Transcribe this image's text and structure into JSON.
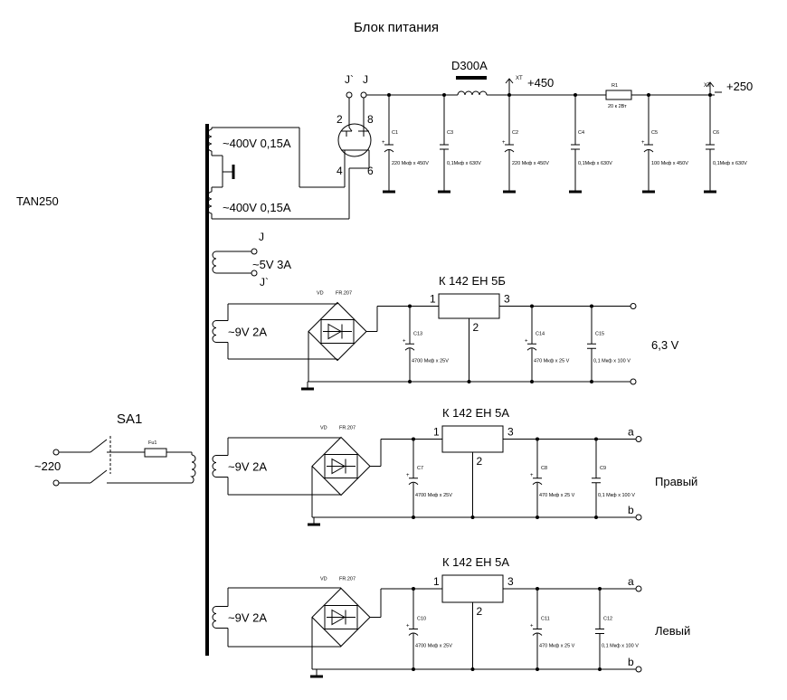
{
  "title": "Блок питания",
  "transformer": {
    "name": "TAN250",
    "windings": [
      "~400V 0,15A",
      "~400V 0,15A",
      "~5V 3A",
      "~9V 2A",
      "~9V 2A",
      "~9V 2A"
    ]
  },
  "input": {
    "switch": "SA1",
    "voltage": "~220",
    "fuse": "Fu1"
  },
  "tube": {
    "pins": [
      "2",
      "8",
      "4",
      "6"
    ],
    "J": "J",
    "J_prime": "J`"
  },
  "heater_terminals": {
    "J": "J",
    "J_prime": "J`"
  },
  "hv": {
    "choke": "D300A",
    "out1": "+450",
    "out2": "+250",
    "xt": "XT",
    "r1": "R1",
    "r1_value": "20 к 2Вт",
    "caps": [
      {
        "name": "C1",
        "value": "220 Мкф х 450V"
      },
      {
        "name": "C3",
        "value": "0,1Мкф х 630V"
      },
      {
        "name": "C2",
        "value": "220 Мкф х 450V"
      },
      {
        "name": "C4",
        "value": "0,1Мкф х 630V"
      },
      {
        "name": "C5",
        "value": "100 Мкф х 450V"
      },
      {
        "name": "C6",
        "value": "0,1Мкф х 630V"
      }
    ]
  },
  "lv": [
    {
      "regulator": "К 142 ЕН 5Б",
      "vd": "VD",
      "bridge": "FR.207",
      "pin1": "1",
      "pin2": "2",
      "pin3": "3",
      "caps": [
        {
          "name": "C13",
          "value": "4700 Мкф х 25V"
        },
        {
          "name": "C14",
          "value": "470 Мкф х 25 V"
        },
        {
          "name": "C15",
          "value": "0,1 Мкф х 100 V"
        }
      ],
      "label": "6,3 V",
      "term_a": "",
      "term_b": ""
    },
    {
      "regulator": "К 142 ЕН 5А",
      "vd": "VD",
      "bridge": "FR.207",
      "pin1": "1",
      "pin2": "2",
      "pin3": "3",
      "caps": [
        {
          "name": "C7",
          "value": "4700 Мкф х 25V"
        },
        {
          "name": "C8",
          "value": "470 Мкф х 25 V"
        },
        {
          "name": "C9",
          "value": "0,1 Мкф х 100 V"
        }
      ],
      "label": "Правый",
      "term_a": "a",
      "term_b": "b"
    },
    {
      "regulator": "К 142 ЕН 5А",
      "vd": "VD",
      "bridge": "FR.207",
      "pin1": "1",
      "pin2": "2",
      "pin3": "3",
      "caps": [
        {
          "name": "C10",
          "value": "4700 Мкф х 25V"
        },
        {
          "name": "C11",
          "value": "470 Мкф х 25 V"
        },
        {
          "name": "C12",
          "value": "0,1 Мкф х 100 V"
        }
      ],
      "label": "Левый",
      "term_a": "a",
      "term_b": "b"
    }
  ]
}
